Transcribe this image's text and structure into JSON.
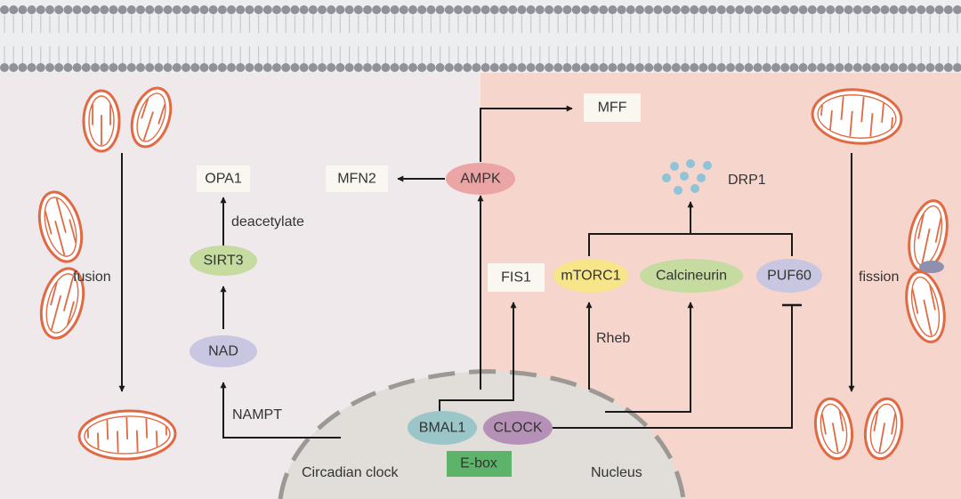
{
  "nodes": {
    "mff": "MFF",
    "mfn2": "MFN2",
    "ampk": "AMPK",
    "opa1": "OPA1",
    "sirt3": "SIRT3",
    "nad": "NAD",
    "fis1": "FIS1",
    "mtorc1": "mTORC1",
    "calcineurin": "Calcineurin",
    "puf60": "PUF60",
    "drp1": "DRP1",
    "bmal1": "BMAL1",
    "clock": "CLOCK",
    "ebox": "E-box"
  },
  "labels": {
    "deacetylate": "deacetylate",
    "nampt": "NAMPT",
    "rheb": "Rheb",
    "fusion": "fusion",
    "fission": "fission",
    "circadian_clock": "Circadian clock",
    "nucleus": "Nucleus"
  },
  "colors": {
    "left_bg": "#efe9eb",
    "right_bg": "#f5d5cc",
    "membrane_head": "#8f9399",
    "membrane_tail": "#c6c9ce",
    "nucleus_fill": "#e1ddd8",
    "nucleus_border": "#9c9894",
    "mito_stroke": "#e06a44",
    "ampk": "#eba5a5",
    "sirt3": "#c5dba0",
    "nad": "#c9c6e2",
    "mtorc1": "#f7e58a",
    "calcineurin": "#c5dba0",
    "puf60": "#c9c6e2",
    "bmal1": "#9ac5c9",
    "clock": "#b591b7",
    "ebox": "#5db36a",
    "drp1_dots": "#8fc3d8",
    "label_box": "#faf7f0",
    "arrow": "#1a1a1a"
  }
}
